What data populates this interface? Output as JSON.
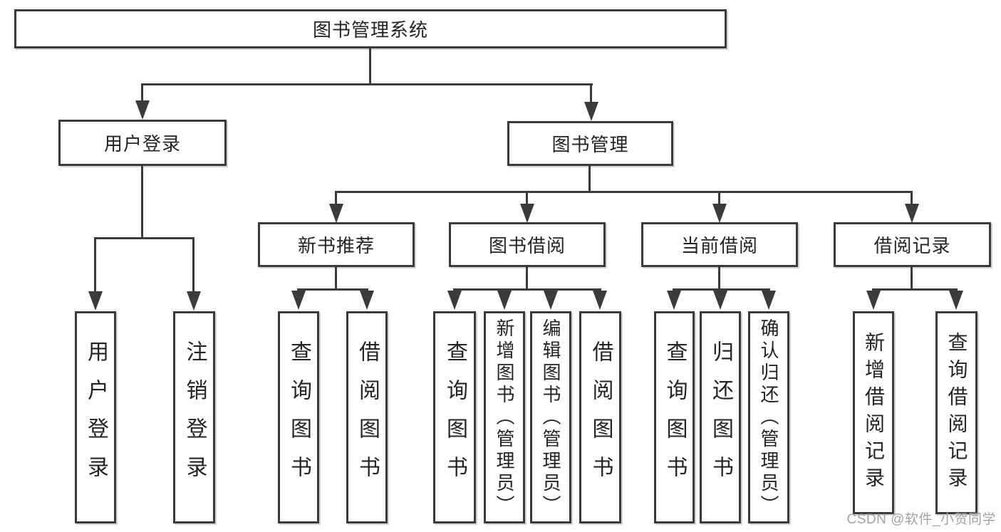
{
  "title": "图书管理系统",
  "tree": {
    "root": {
      "label": "图书管理系统"
    },
    "children": [
      {
        "label": "用户登录",
        "children": [
          {
            "label": "用户登录"
          },
          {
            "label": "注销登录"
          }
        ]
      },
      {
        "label": "图书管理",
        "children": [
          {
            "label": "新书推荐",
            "children": [
              {
                "label": "查询图书"
              },
              {
                "label": "借阅图书"
              }
            ]
          },
          {
            "label": "图书借阅",
            "children": [
              {
                "label": "查询图书"
              },
              {
                "label": "新增图书（管理员）"
              },
              {
                "label": "编辑图书（管理员）"
              },
              {
                "label": "借阅图书"
              }
            ]
          },
          {
            "label": "当前借阅",
            "children": [
              {
                "label": "查询图书"
              },
              {
                "label": "归还图书"
              },
              {
                "label": "确认归还（管理员）"
              }
            ]
          },
          {
            "label": "借阅记录",
            "children": [
              {
                "label": "新增借阅记录"
              },
              {
                "label": "查询借阅记录"
              }
            ]
          }
        ]
      }
    ]
  },
  "watermark": "CSDN @软件_小贺同学",
  "colors": {
    "line": "#3b3b3b",
    "text": "#242424",
    "watermark": "#a3a3a3",
    "background": "#ffffff"
  }
}
